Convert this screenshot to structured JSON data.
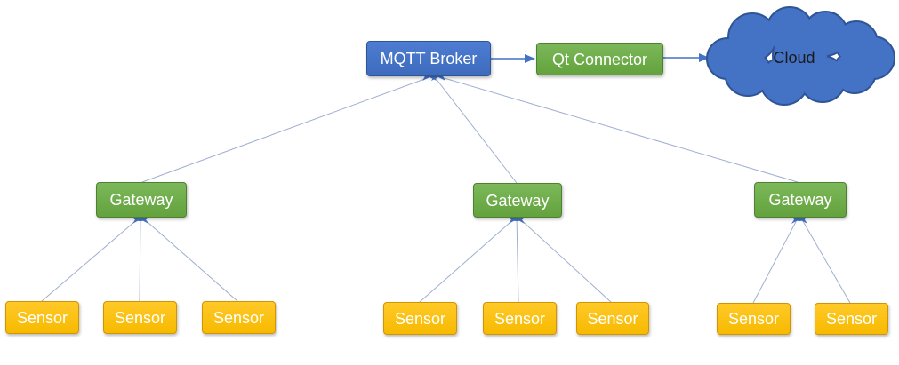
{
  "diagram": {
    "background": "#ffffff",
    "nodes": {
      "broker": {
        "id": "mqtt-broker",
        "label": "MQTT Broker",
        "fill": "#4472C4",
        "text_color": "#ffffff"
      },
      "connector": {
        "id": "qt-connector",
        "label": "Qt Connector",
        "fill": "#70AD47",
        "text_color": "#ffffff"
      },
      "cloud": {
        "id": "cloud",
        "label": "Cloud",
        "fill": "#4472C4",
        "text_color": "#000000"
      },
      "gateway_fill": "#70AD47",
      "gateways": [
        {
          "id": "gateway-1",
          "label": "Gateway"
        },
        {
          "id": "gateway-2",
          "label": "Gateway"
        },
        {
          "id": "gateway-3",
          "label": "Gateway"
        }
      ],
      "sensor_fill": "#FFC000",
      "sensors": [
        {
          "id": "sensor-1",
          "label": "Sensor"
        },
        {
          "id": "sensor-2",
          "label": "Sensor"
        },
        {
          "id": "sensor-3",
          "label": "Sensor"
        },
        {
          "id": "sensor-4",
          "label": "Sensor"
        },
        {
          "id": "sensor-5",
          "label": "Sensor"
        },
        {
          "id": "sensor-6",
          "label": "Sensor"
        },
        {
          "id": "sensor-7",
          "label": "Sensor"
        },
        {
          "id": "sensor-8",
          "label": "Sensor"
        }
      ]
    },
    "edges": [
      {
        "from": "sensor-1",
        "to": "gateway-1",
        "arrow_at": "gateway-1"
      },
      {
        "from": "sensor-2",
        "to": "gateway-1",
        "arrow_at": "gateway-1"
      },
      {
        "from": "sensor-3",
        "to": "gateway-1",
        "arrow_at": "gateway-1"
      },
      {
        "from": "sensor-4",
        "to": "gateway-2",
        "arrow_at": "gateway-2"
      },
      {
        "from": "sensor-5",
        "to": "gateway-2",
        "arrow_at": "gateway-2"
      },
      {
        "from": "sensor-6",
        "to": "gateway-2",
        "arrow_at": "gateway-2"
      },
      {
        "from": "sensor-7",
        "to": "gateway-3",
        "arrow_at": "gateway-3"
      },
      {
        "from": "sensor-8",
        "to": "gateway-3",
        "arrow_at": "gateway-3"
      },
      {
        "from": "gateway-1",
        "to": "mqtt-broker",
        "arrow_at": "mqtt-broker"
      },
      {
        "from": "gateway-2",
        "to": "mqtt-broker",
        "arrow_at": "mqtt-broker"
      },
      {
        "from": "gateway-3",
        "to": "mqtt-broker",
        "arrow_at": "mqtt-broker"
      },
      {
        "from": "mqtt-broker",
        "to": "qt-connector",
        "arrow_at": "qt-connector"
      },
      {
        "from": "qt-connector",
        "to": "cloud",
        "arrow_at": "cloud"
      }
    ],
    "colors": {
      "edge_line": "#9FAFD0",
      "arrow": "#4472C4",
      "broker_border": "#2F5597",
      "gateway_border": "#4F7F33",
      "sensor_border": "#D09500",
      "cloud_border": "#2F5597"
    }
  }
}
